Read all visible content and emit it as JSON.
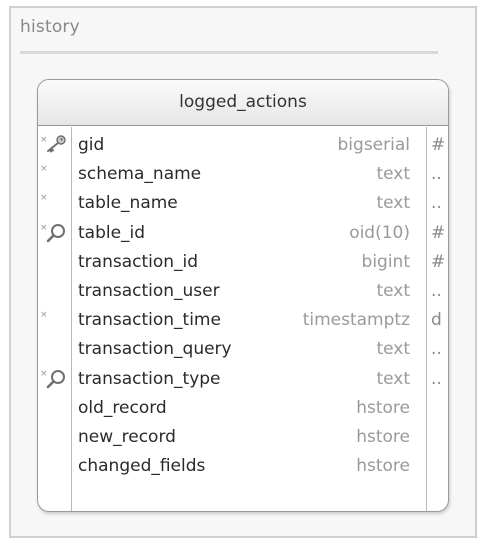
{
  "schema": {
    "title": "history"
  },
  "table": {
    "name": "logged_actions",
    "columns": [
      {
        "name": "gid",
        "type": "bigserial",
        "flag": "#",
        "mark": "×",
        "icon": "key-icon"
      },
      {
        "name": "schema_name",
        "type": "text",
        "flag": "..",
        "mark": "×",
        "icon": ""
      },
      {
        "name": "table_name",
        "type": "text",
        "flag": "..",
        "mark": "×",
        "icon": ""
      },
      {
        "name": "table_id",
        "type": "oid(10)",
        "flag": "#",
        "mark": "×",
        "icon": "index-icon"
      },
      {
        "name": "transaction_id",
        "type": "bigint",
        "flag": "#",
        "mark": "",
        "icon": ""
      },
      {
        "name": "transaction_user",
        "type": "text",
        "flag": "..",
        "mark": "",
        "icon": ""
      },
      {
        "name": "transaction_time",
        "type": "timestamptz",
        "flag": "d",
        "mark": "×",
        "icon": ""
      },
      {
        "name": "transaction_query",
        "type": "text",
        "flag": "..",
        "mark": "",
        "icon": ""
      },
      {
        "name": "transaction_type",
        "type": "text",
        "flag": "..",
        "mark": "×",
        "icon": "index-icon"
      },
      {
        "name": "old_record",
        "type": "hstore",
        "flag": "",
        "mark": "",
        "icon": ""
      },
      {
        "name": "new_record",
        "type": "hstore",
        "flag": "",
        "mark": "",
        "icon": ""
      },
      {
        "name": "changed_fields",
        "type": "hstore",
        "flag": "",
        "mark": "",
        "icon": ""
      }
    ]
  }
}
